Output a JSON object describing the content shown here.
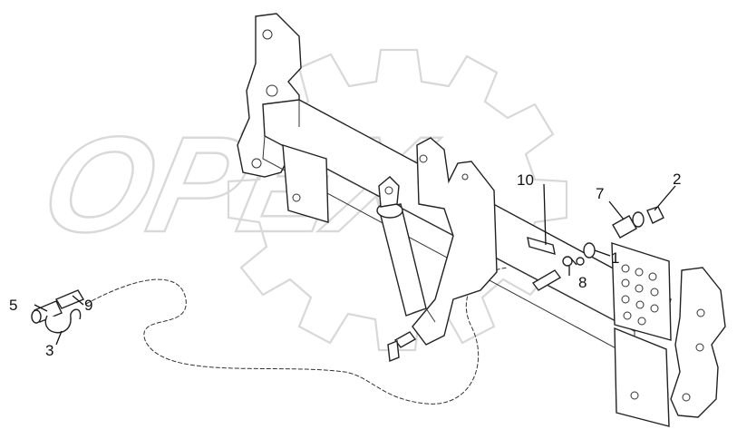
{
  "watermark": {
    "text": "OPEX"
  },
  "corner_mark": "",
  "callouts": [
    {
      "id": "c1",
      "label": "1"
    },
    {
      "id": "c2",
      "label": "2"
    },
    {
      "id": "c3",
      "label": "3"
    },
    {
      "id": "c5",
      "label": "5"
    },
    {
      "id": "c7",
      "label": "7"
    },
    {
      "id": "c8",
      "label": "8"
    },
    {
      "id": "c9",
      "label": "9"
    },
    {
      "id": "c10",
      "label": "10"
    }
  ]
}
